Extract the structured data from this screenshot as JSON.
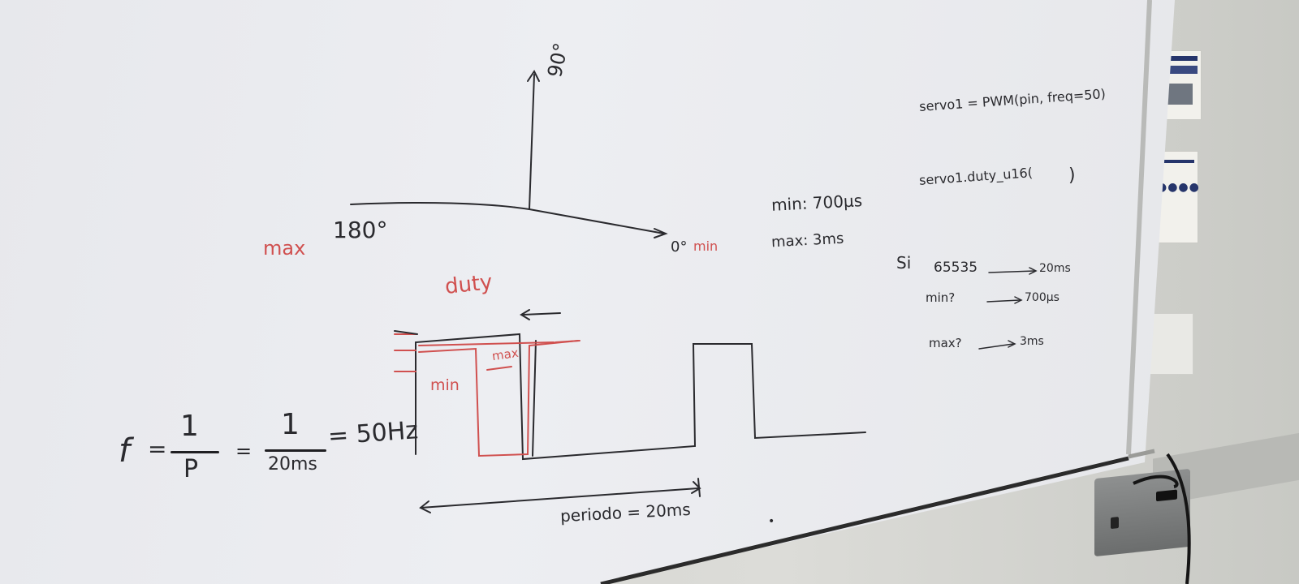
{
  "photo": "whiteboard",
  "board_text": {
    "angle_90": "90°",
    "angle_180": "180°",
    "angle_0_min": "0°",
    "min_red": "min",
    "max_red": "max",
    "duty": "duty",
    "pulse_max": "max",
    "pulse_min": "min",
    "min_700": "min: 700µs",
    "max_3ms": "max: 3ms",
    "servo_init": "servo1 = PWM(pin, freq=50)",
    "servo_duty": "servo1.duty_u16(",
    "si": "Si",
    "row1_value": "65535",
    "row1_result": "20ms",
    "row2_label": "min?",
    "row2_result": "700µs",
    "row3_label": "max?",
    "row3_result": "3ms",
    "formula_f": "f",
    "formula_eq1": "=",
    "formula_one_a": "1",
    "formula_p": "P",
    "formula_eq2": "=",
    "formula_one_b": "1",
    "formula_20ms": "20ms",
    "formula_result": "= 50Hz",
    "periodo": "periodo = 20ms"
  },
  "icons": {
    "poster": "safety-poster-icon",
    "symbols": "safety-symbols-icon",
    "outlet": "power-outlet-icon"
  },
  "colors": {
    "board": "#edeef2",
    "ink_black": "#2a2a2e",
    "ink_red": "#d0504f"
  }
}
